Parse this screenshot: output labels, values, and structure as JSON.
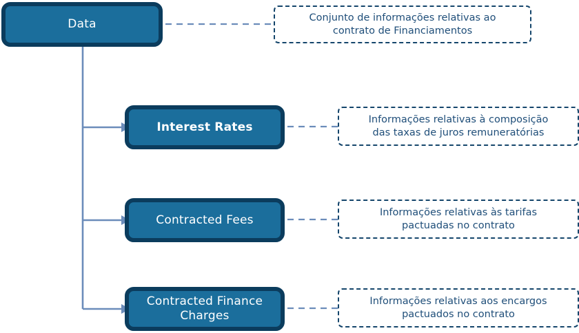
{
  "diagram": {
    "title_node": {
      "id": "data",
      "label": "Data",
      "note": "Conjunto de informações relativas ao\ncontrato de Financiamentos"
    },
    "children": [
      {
        "id": "interest-rates",
        "label": "Interest Rates",
        "note": "Informações relativas à composição\ndas taxas de juros remuneratórias"
      },
      {
        "id": "contracted-fees",
        "label": "Contracted Fees",
        "note": "Informações relativas às tarifas\npactuadas no contrato"
      },
      {
        "id": "contracted-finance-charges",
        "label": "Contracted Finance\nCharges",
        "note": "Informações relativas aos encargos\npactuados no contrato"
      }
    ],
    "colors": {
      "node_fill": "#1b6e9c",
      "node_border": "#0b3c5d",
      "node_text": "#ffffff",
      "connector": "#6b8cba",
      "note_border": "#14456b",
      "note_text": "#1f4e79",
      "background": "#ffffff"
    }
  }
}
